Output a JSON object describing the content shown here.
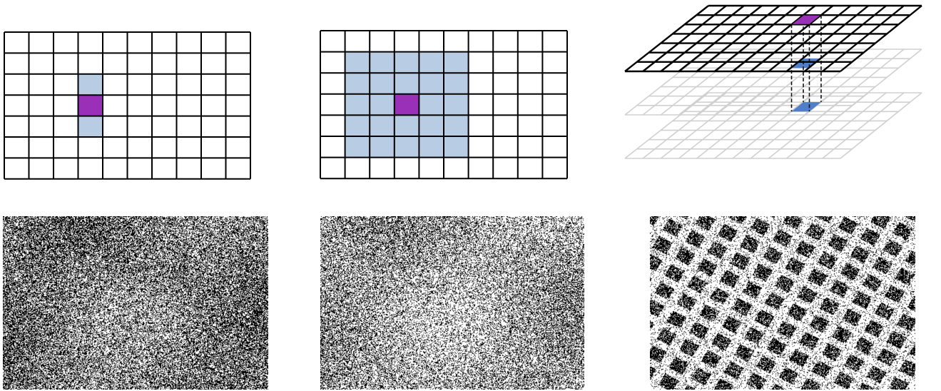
{
  "figure": {
    "panels": [
      {
        "id": "vertical-neighborhood",
        "rows": 7,
        "cols": 10,
        "target_cell": [
          3,
          3
        ],
        "neighbor_cells": [
          [
            2,
            3
          ],
          [
            4,
            3
          ]
        ]
      },
      {
        "id": "square-neighborhood",
        "rows": 7,
        "cols": 10,
        "target_cell": [
          3,
          3
        ],
        "neighbor_block": {
          "rows": [
            1,
            5
          ],
          "cols": [
            1,
            5
          ]
        }
      },
      {
        "id": "stacked-layers",
        "layers": 3,
        "rows": 7,
        "cols": 12
      }
    ],
    "images": [
      {
        "id": "noise-image-dense",
        "density": 0.52
      },
      {
        "id": "noise-image-light",
        "density": 0.38
      },
      {
        "id": "structured-image",
        "density": 0.55
      }
    ]
  },
  "colors": {
    "grid_line": "#000000",
    "faded_grid_line": "#d0d0d0",
    "target": "#9b30b8",
    "neighbor": "#b8cce4",
    "stacked_neighbor": "#4f7fc8",
    "image_dark": "#000000",
    "image_light": "#ffffff"
  }
}
